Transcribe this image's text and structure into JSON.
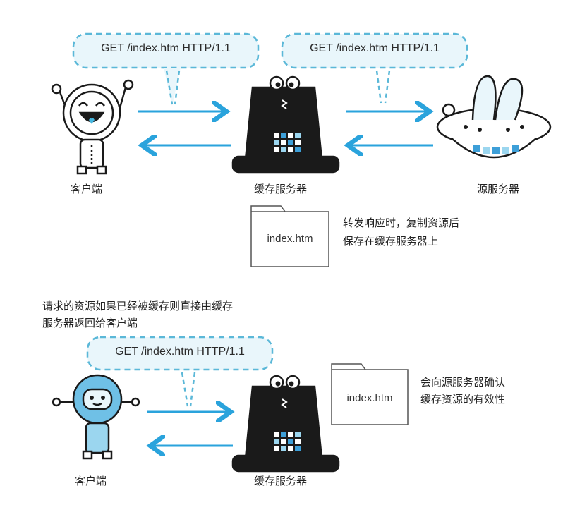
{
  "top": {
    "request_left": "GET /index.htm HTTP/1.1",
    "request_right": "GET /index.htm HTTP/1.1",
    "client_label": "客户端",
    "cache_label": "缓存服务器",
    "origin_label": "源服务器",
    "file_name": "index.htm",
    "note_line1": "转发响应时，复制资源后",
    "note_line2": "保存在缓存服务器上"
  },
  "bottom": {
    "desc_line1": "请求的资源如果已经被缓存则直接由缓存",
    "desc_line2": "服务器返回给客户端",
    "request": "GET /index.htm HTTP/1.1",
    "client_label": "客户端",
    "cache_label": "缓存服务器",
    "file_name": "index.htm",
    "note_line1": "会向源服务器确认",
    "note_line2": "缓存资源的有效性"
  },
  "colors": {
    "arrow": "#2aa3dc",
    "bubble_border": "#5bb8d8",
    "bubble_fill": "#e9f6fb",
    "ink": "#1a1a1a"
  }
}
